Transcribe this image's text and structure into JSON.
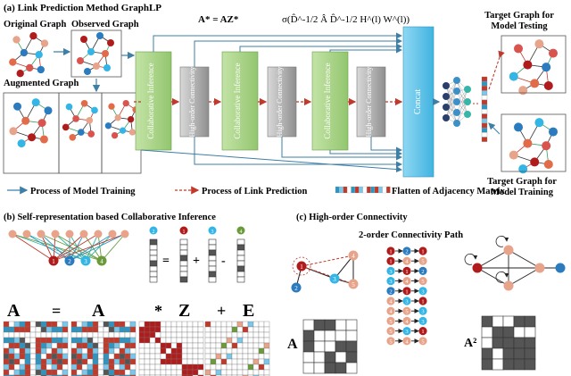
{
  "panel_a": {
    "title": "(a)   Link Prediction Method GraphLP",
    "original_graph": "Original Graph",
    "observed_graph": "Observed Graph",
    "augmented_graph": "Augmented Graph",
    "eq_left": "A* = AZ*",
    "eq_right": "σ(D̂^-1/2 Â D̂^-1/2 H^(l) W^(l))",
    "collab_label": "Collaborative Inference",
    "highorder_label": "High-order Connectivity",
    "concat_label": "Concat",
    "target_testing_1": "Target Graph for",
    "target_testing_2": "Model Testing",
    "target_training_1": "Target Graph for",
    "target_training_2": "Model Training",
    "legend_training": "Process of Model Training",
    "legend_prediction": "Process of Link Prediction",
    "legend_flatten": "Flatten of Adjacency Matrix"
  },
  "panel_b": {
    "title": "(b)  Self-representation based Collaborative Inference",
    "node_labels": [
      "1",
      "2",
      "3",
      "4"
    ],
    "eq_A1": "A",
    "eq_eq": "=",
    "eq_A2": "A",
    "eq_star": "*",
    "eq_Z": "Z",
    "eq_plus": "+",
    "eq_E": "E",
    "vec_eq": "=",
    "vec_plus": "+",
    "vec_minus": "-"
  },
  "panel_c": {
    "title": "(c)  High-order Connectivity",
    "path_title": "2-order Connectivity Path",
    "matrix_A": "A",
    "matrix_A2": "A²",
    "graph_nodes": [
      "1",
      "2",
      "3",
      "4",
      "5"
    ],
    "paths": [
      [
        "1",
        "2",
        "1"
      ],
      [
        "1",
        "4",
        "5"
      ],
      [
        "3",
        "1",
        "2"
      ],
      [
        "3",
        "4",
        "5"
      ],
      [
        "2",
        "1",
        "3"
      ],
      [
        "4",
        "3",
        "1"
      ],
      [
        "4",
        "5",
        "3"
      ],
      [
        "5",
        "4",
        "3"
      ],
      [
        "5",
        "3",
        "1"
      ],
      [
        "5",
        "4",
        "5"
      ]
    ]
  },
  "colors": {
    "green_block": "#a8d28a",
    "gray_block": "#a9a9a9",
    "concat": "#5fc3ea",
    "red": "#c0392b",
    "dark_red": "#b01c1c",
    "blue_node": "#2b7bbf",
    "cyan_node": "#33b5e5",
    "salmon_node": "#e8a48a",
    "teal_arrow": "#3e7fa6"
  }
}
